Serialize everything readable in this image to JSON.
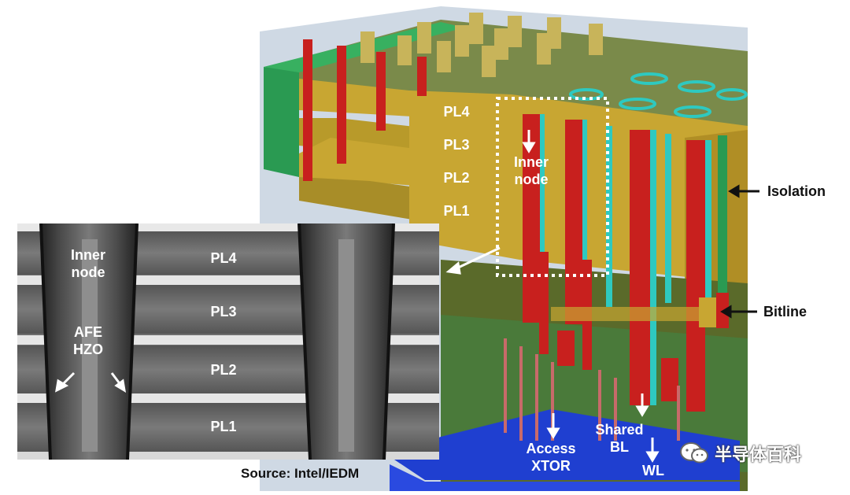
{
  "render_3d": {
    "plate_labels": [
      "PL4",
      "PL3",
      "PL2",
      "PL1"
    ],
    "inner_node_label": "Inner\nnode",
    "access_label": "Access\nXTOR",
    "shared_bl_label": "Shared\nBL",
    "wl_label": "WL"
  },
  "callouts": {
    "isolation": "Isolation",
    "bitline": "Bitline"
  },
  "tem": {
    "inner_node_label": "Inner\nnode",
    "afe_label": "AFE\nHZO",
    "plate_labels": [
      "PL4",
      "PL3",
      "PL2",
      "PL1"
    ]
  },
  "source": "Source: Intel/IEDM",
  "watermark": "半导体百科",
  "colors": {
    "gold": "#c8a632",
    "red": "#c8201e",
    "teal": "#2ec9c0",
    "green": "#2a9a52",
    "blue": "#1f3fd0",
    "sky": "#cfd9e4"
  }
}
